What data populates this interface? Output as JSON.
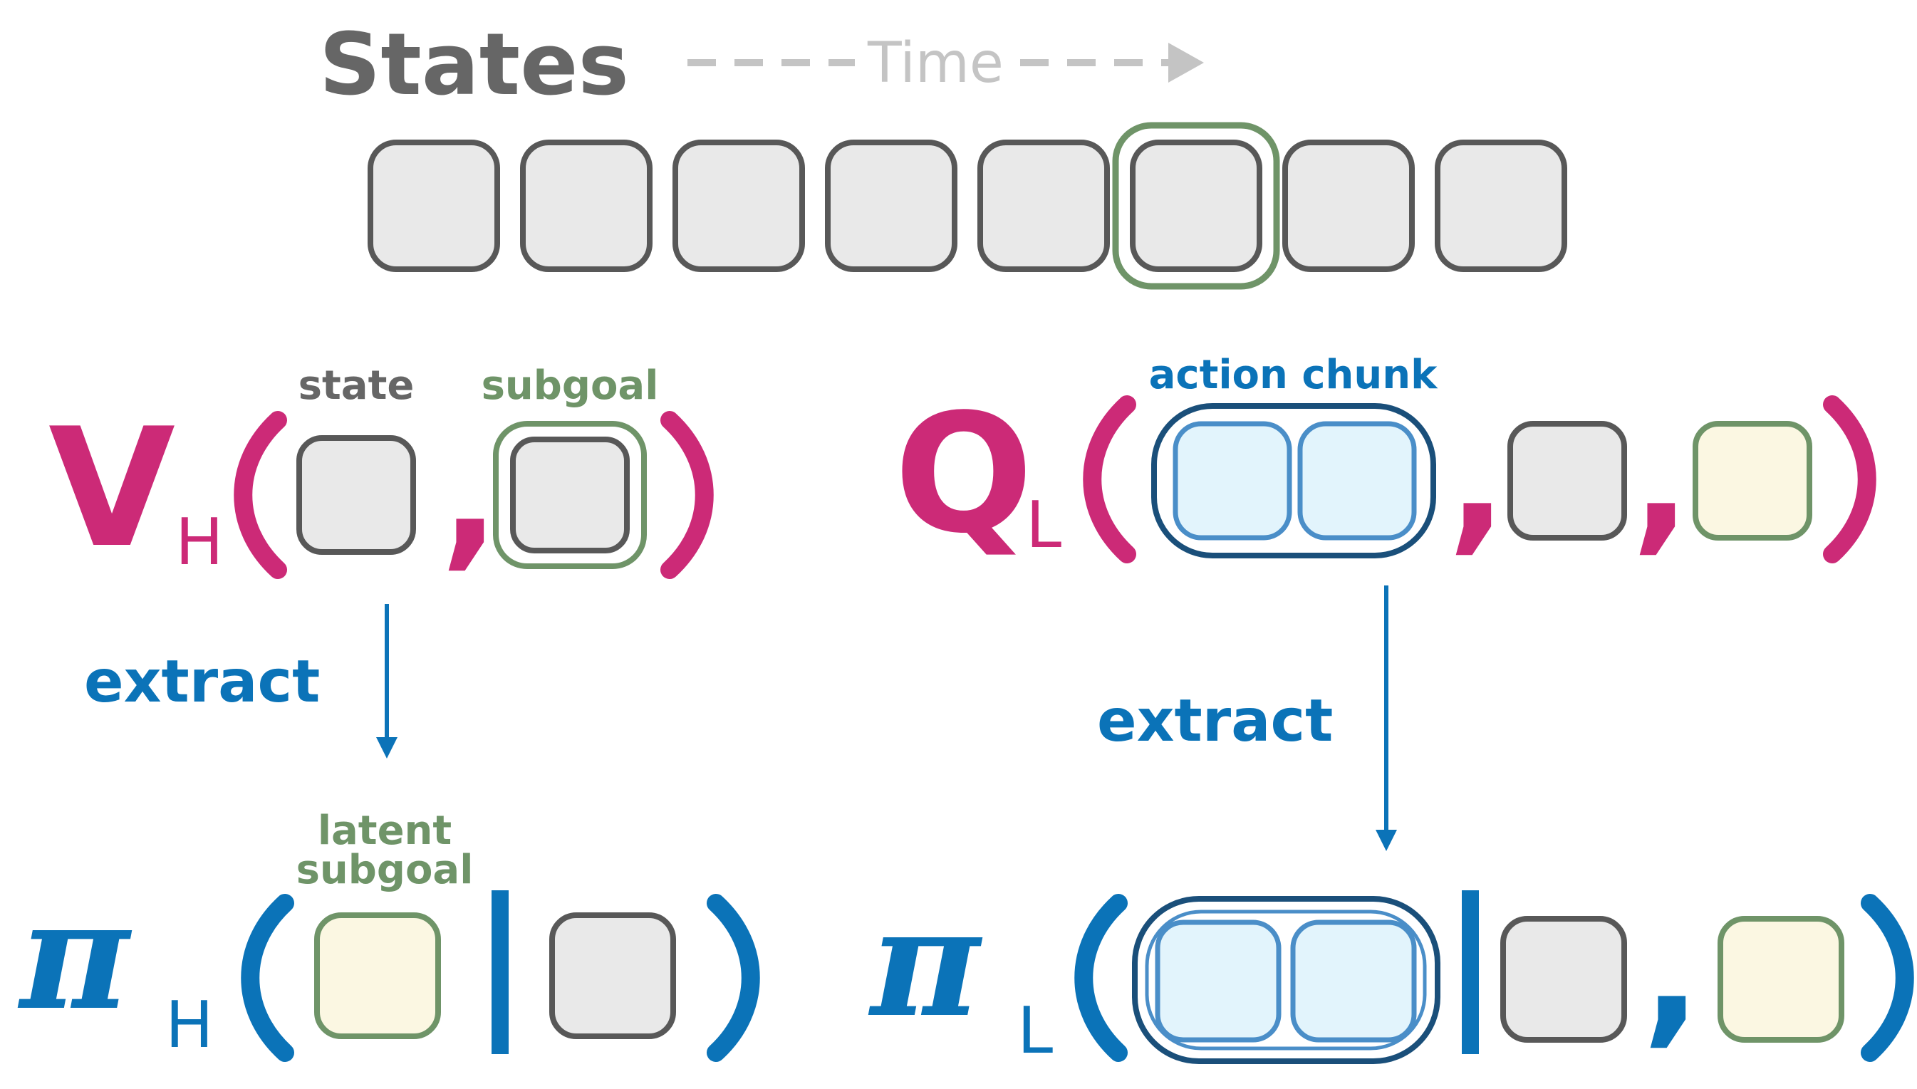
{
  "colors": {
    "magenta": "#cc2a77",
    "blue": "#0b73b8",
    "green": "#6f9468",
    "gray_text": "#666666",
    "state_stroke": "#585858",
    "state_fill": "#e9e9e9",
    "subgoal_fill": "#fbf7e2",
    "action_fill": "#e2f4fc",
    "action_stroke": "#4a8ec8",
    "chunk_stroke": "#1a4f7a",
    "time_gray": "#c4c4c4"
  },
  "timeline": {
    "title": "States",
    "time_label": "Time",
    "state_count": 8,
    "highlighted_index": 5
  },
  "value_fn": {
    "symbol": "V",
    "subscript": "H",
    "state_label": "state",
    "subgoal_label": "subgoal"
  },
  "q_fn": {
    "symbol": "Q",
    "subscript": "L",
    "chunk_label": "action chunk"
  },
  "extract": {
    "left_label": "extract",
    "right_label": "extract"
  },
  "policy_high": {
    "symbol": "π",
    "subscript": "H",
    "latent_label_line1": "latent",
    "latent_label_line2": "subgoal"
  },
  "policy_low": {
    "symbol": "π",
    "subscript": "L"
  }
}
